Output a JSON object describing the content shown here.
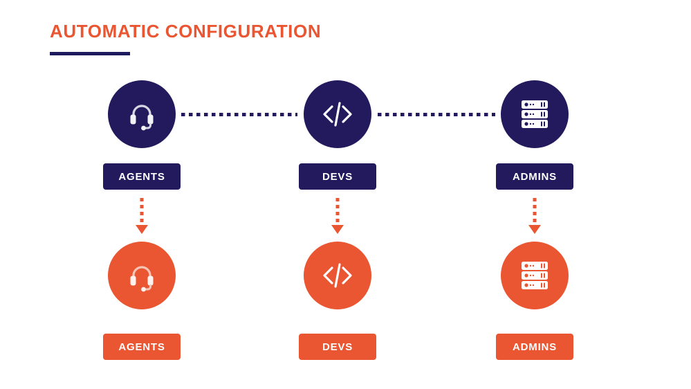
{
  "slide": {
    "background_color": "#ffffff",
    "title": "AUTOMATIC CONFIGURATION",
    "title_color": "#ea5532",
    "underline_color": "#1e1a5e",
    "navy": "#231a5e",
    "orange": "#ea5532"
  },
  "diagram": {
    "top_row": [
      {
        "icon": "headset-icon",
        "label": "AGENTS",
        "circle_color": "#231a5e",
        "chip_color": "#231a5e"
      },
      {
        "icon": "code-icon",
        "label": "DEVS",
        "circle_color": "#231a5e",
        "chip_color": "#231a5e"
      },
      {
        "icon": "server-icon",
        "label": "ADMINS",
        "circle_color": "#231a5e",
        "chip_color": "#231a5e"
      }
    ],
    "bottom_row": [
      {
        "icon": "headset-icon",
        "label": "AGENTS",
        "circle_color": "#ea5532",
        "chip_color": "#ea5532"
      },
      {
        "icon": "code-icon",
        "label": "DEVS",
        "circle_color": "#ea5532",
        "chip_color": "#ea5532"
      },
      {
        "icon": "server-icon",
        "label": "ADMINS",
        "circle_color": "#ea5532",
        "chip_color": "#ea5532"
      }
    ],
    "connectors": [
      {
        "name": "agents-to-devs",
        "style": "dotted",
        "color": "#231a5e"
      },
      {
        "name": "devs-to-admins",
        "style": "dotted",
        "color": "#231a5e"
      }
    ],
    "arrows": [
      {
        "name": "agents-down-arrow",
        "style": "dotted-arrow",
        "color": "#ea5532"
      },
      {
        "name": "devs-down-arrow",
        "style": "dotted-arrow",
        "color": "#ea5532"
      },
      {
        "name": "admins-down-arrow",
        "style": "dotted-arrow",
        "color": "#ea5532"
      }
    ]
  }
}
